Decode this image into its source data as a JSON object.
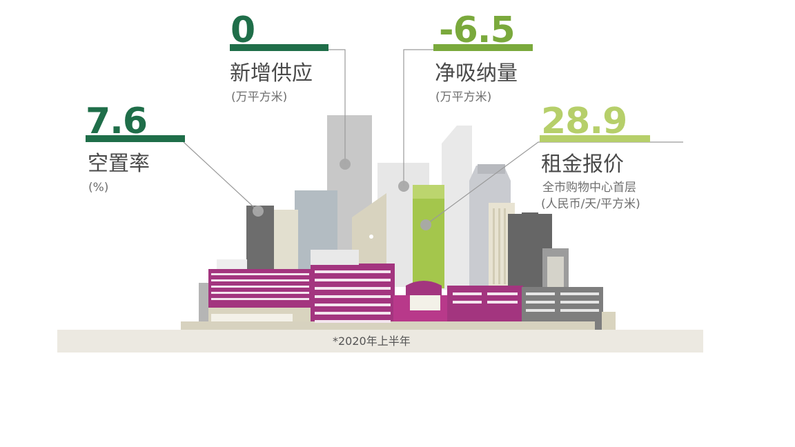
{
  "metrics": [
    {
      "value": "7.6",
      "label": "空置率",
      "unit": "(%)",
      "color": "#1f6e49"
    },
    {
      "value": "0",
      "label": "新增供应",
      "unit": "(万平方米)",
      "color": "#1f6e49"
    },
    {
      "value": "-6.5",
      "label": "净吸纳量",
      "unit": "(万平方米)",
      "color": "#7aa93c"
    },
    {
      "value": "28.9",
      "label": "租金报价",
      "unit_line1": "全市购物中心首层",
      "unit_line2": "(人民币/天/平方米)",
      "color": "#b6cf6a"
    }
  ],
  "footnote": "*2020年上半年",
  "colors": {
    "dark_green": "#1f6e49",
    "mid_green": "#7aa93c",
    "light_green": "#b6cf6a",
    "magenta": "#a3357f",
    "ground": "#ece9e1"
  }
}
